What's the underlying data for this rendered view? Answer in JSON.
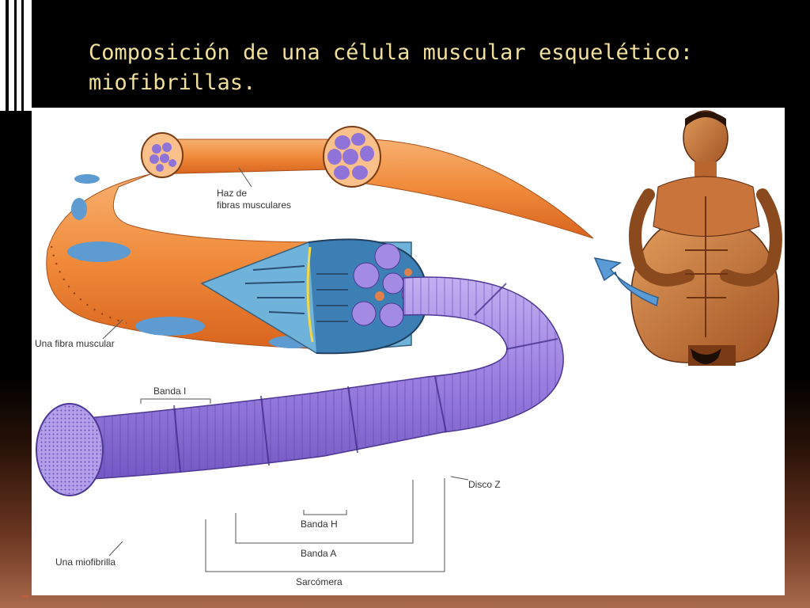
{
  "slide": {
    "title": "Composición de una célula muscular esquelético: miofibrillas."
  },
  "figure": {
    "labels": {
      "bundle_line1": "Haz de",
      "bundle_line2": "fibras musculares",
      "fiber": "Una fibra muscular",
      "i_band": "Banda I",
      "z_disc": "Disco Z",
      "h_band": "Banda H",
      "a_band": "Banda A",
      "sarcomere": "Sarcómera",
      "myofibril": "Una miofibrilla"
    },
    "colors": {
      "fiber_orange": "#f08a3a",
      "myofibril_purple": "#9b7fe0",
      "nucleus_blue": "#5d9bd1",
      "skin": "#c8743a",
      "arrow_blue": "#5b9bd5",
      "title_yellow": "#f2df9a"
    }
  }
}
